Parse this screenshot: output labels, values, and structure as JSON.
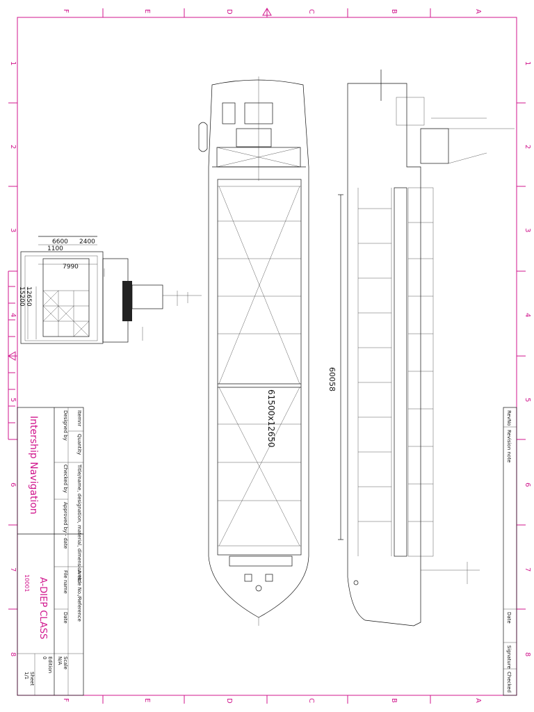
{
  "frame": {
    "columns_top": [
      "F",
      "E",
      "D",
      "C",
      "B",
      "A"
    ],
    "columns_bottom": [
      "F",
      "E",
      "D",
      "C",
      "B",
      "A"
    ],
    "rows_left": [
      "1",
      "2",
      "3",
      "4",
      "5",
      "6",
      "7",
      "8"
    ],
    "rows_right": [
      "1",
      "2",
      "3",
      "4",
      "5",
      "6",
      "7",
      "8"
    ]
  },
  "title_block": {
    "company": "Intership Navigation",
    "project": "A-DIEP CLASS",
    "drawing_no": "10001",
    "edition_label": "Edition",
    "edition_value": "0",
    "sheet_label": "Sheet",
    "sheet_value": "1/1",
    "item_no_label": "Itemnr",
    "quantity_label": "Quantity",
    "title_label": "Title/name, designation, material, dimension etc",
    "article_label": "Article No./Reference",
    "designed_label": "Designed by",
    "checked_label": "Checked by",
    "approved_label": "Approved by - date",
    "filename_label": "File name",
    "date_label": "Date",
    "scale_label": "Scale",
    "scale_value": "N/A"
  },
  "revision_block": {
    "revno_label": "RevNo",
    "note_label": "Revision note",
    "date_label": "Date",
    "signature_label": "Signature",
    "checked_label": "Checked"
  },
  "dimensions": {
    "width_a": "6600",
    "width_b": "2400",
    "width_c": "1100",
    "width_d": "7990",
    "height_a": "12650",
    "height_b": "15200",
    "hold_size": "61500x12650",
    "length": "60058"
  }
}
